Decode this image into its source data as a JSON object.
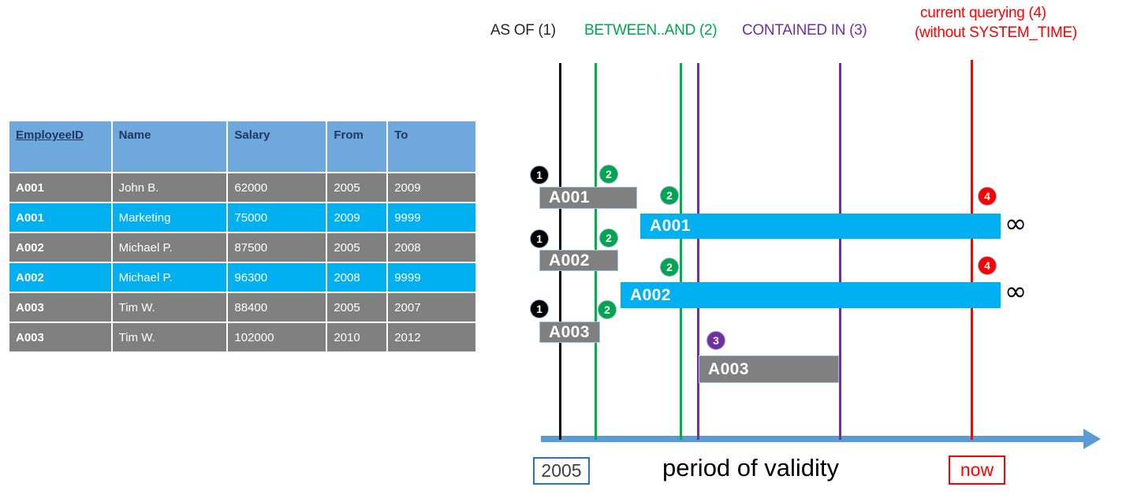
{
  "table": {
    "columns": [
      "EmployeeID",
      "Name",
      "Salary",
      "From",
      "To"
    ],
    "rows": [
      {
        "style": "gray",
        "cells": [
          "A001",
          "John  B.",
          "62000",
          "2005",
          "2009"
        ]
      },
      {
        "style": "cyan",
        "cells": [
          "A001",
          "Marketing",
          "75000",
          "2009",
          "9999"
        ]
      },
      {
        "style": "gray",
        "cells": [
          "A002",
          "Michael P.",
          "87500",
          "2005",
          "2008"
        ]
      },
      {
        "style": "cyan",
        "cells": [
          "A002",
          "Michael P.",
          "96300",
          "2008",
          "9999"
        ]
      },
      {
        "style": "gray",
        "cells": [
          "A003",
          "Tim W.",
          "88400",
          "2005",
          "2007"
        ]
      },
      {
        "style": "gray",
        "cells": [
          "A003",
          "Tim W.",
          "102000",
          "2010",
          "2012"
        ]
      }
    ]
  },
  "diagram": {
    "headers": [
      {
        "text": "AS OF (1)",
        "color": "#262626"
      },
      {
        "text": "BETWEEN..AND (2)",
        "color": "#00A550"
      },
      {
        "text": "CONTAINED IN (3)",
        "color": "#7030A0"
      },
      {
        "text": "current querying (4)",
        "color": "#FF0000"
      },
      {
        "text": "(without SYSTEM_TIME)",
        "color": "#FF0000"
      }
    ],
    "query_lines": [
      {
        "name": "as-of-line",
        "color": "#000000"
      },
      {
        "name": "between-start-line",
        "color": "#00B050"
      },
      {
        "name": "between-end-line",
        "color": "#00B050"
      },
      {
        "name": "contained-in-start-line",
        "color": "#7030A0"
      },
      {
        "name": "contained-in-end-line",
        "color": "#7030A0"
      },
      {
        "name": "now-line",
        "color": "#FF0000"
      }
    ],
    "bars": [
      {
        "label": "A001",
        "style": "gray"
      },
      {
        "label": "A001",
        "style": "cyan"
      },
      {
        "label": "A002",
        "style": "gray"
      },
      {
        "label": "A002",
        "style": "cyan"
      },
      {
        "label": "A003",
        "style": "gray"
      },
      {
        "label": "A003",
        "style": "gray"
      }
    ],
    "markers": [
      {
        "n": "1",
        "kind": "m1"
      },
      {
        "n": "2",
        "kind": "m2"
      },
      {
        "n": "2",
        "kind": "m2"
      },
      {
        "n": "1",
        "kind": "m1"
      },
      {
        "n": "2",
        "kind": "m2"
      },
      {
        "n": "2",
        "kind": "m2"
      },
      {
        "n": "1",
        "kind": "m1"
      },
      {
        "n": "2",
        "kind": "m2"
      },
      {
        "n": "3",
        "kind": "m3"
      },
      {
        "n": "4",
        "kind": "m4"
      },
      {
        "n": "4",
        "kind": "m4"
      }
    ],
    "infinity_symbol": "∞",
    "axis": {
      "start_label": "2005",
      "title": "period of validity",
      "end_label": "now",
      "accent": "#5B9BD5"
    }
  }
}
